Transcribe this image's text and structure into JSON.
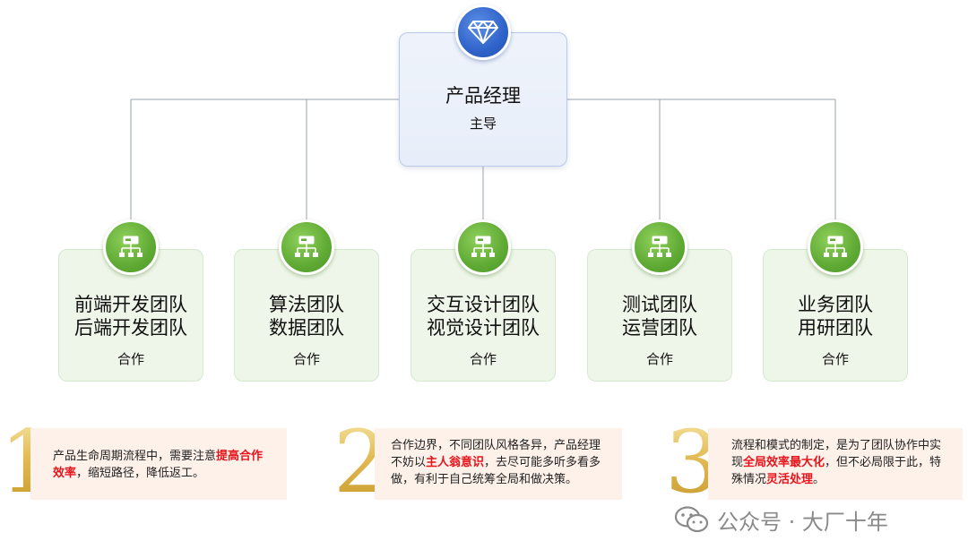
{
  "leader": {
    "title": "产品经理",
    "role": "主导",
    "icon": "diamond-icon"
  },
  "teams": [
    {
      "line1": "前端开发团队",
      "line2": "后端开发团队",
      "tag": "合作",
      "icon": "org-chart-icon"
    },
    {
      "line1": "算法团队",
      "line2": "数据团队",
      "tag": "合作",
      "icon": "org-chart-icon"
    },
    {
      "line1": "交互设计团队",
      "line2": "视觉设计团队",
      "tag": "合作",
      "icon": "org-chart-icon"
    },
    {
      "line1": "测试团队",
      "line2": "运营团队",
      "tag": "合作",
      "icon": "org-chart-icon"
    },
    {
      "line1": "业务团队",
      "line2": "用研团队",
      "tag": "合作",
      "icon": "org-chart-icon"
    }
  ],
  "notes": [
    {
      "number": "1",
      "segments": [
        {
          "text": "产品生命周期流程中，需要注意",
          "hl": false
        },
        {
          "text": "提高合作效率",
          "hl": true
        },
        {
          "text": "，缩短路径，降低返工。",
          "hl": false
        }
      ]
    },
    {
      "number": "2",
      "segments": [
        {
          "text": "合作边界，不同团队风格各异，产品经理不妨以",
          "hl": false
        },
        {
          "text": "主人翁意识",
          "hl": true
        },
        {
          "text": "，去尽可能多听多看多做，有利于自己统筹全局和做决策。",
          "hl": false
        }
      ]
    },
    {
      "number": "3",
      "segments": [
        {
          "text": "流程和模式的制定，是为了团队协作中实现",
          "hl": false
        },
        {
          "text": "全局效率最大化",
          "hl": true
        },
        {
          "text": "，但不必局限于此，特殊情况",
          "hl": false
        },
        {
          "text": "灵活处理",
          "hl": true
        },
        {
          "text": "。",
          "hl": false
        }
      ]
    }
  ],
  "watermark": {
    "text": "公众号 · 大厂十年",
    "icon": "wechat-icon"
  },
  "colors": {
    "highlight": "#e8141b",
    "connector": "#9aa3ad",
    "leader_badge": "#2f63c9",
    "team_badge": "#5faa34",
    "number_gold": "#d9ad45"
  }
}
